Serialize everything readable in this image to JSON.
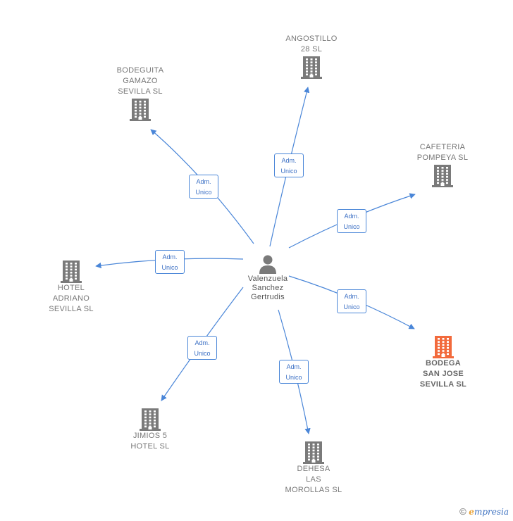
{
  "center": {
    "name": "Valenzuela\nSanchez\nGertrudis",
    "icon": "person-icon"
  },
  "relation_label": "Adm.\nUnico",
  "nodes": [
    {
      "id": "angostillo",
      "name": "ANGOSTILLO\n28  SL",
      "highlight": false,
      "icon": "building-icon"
    },
    {
      "id": "bodeguita",
      "name": "BODEGUITA\nGAMAZO\nSEVILLA  SL",
      "highlight": false,
      "icon": "building-icon"
    },
    {
      "id": "cafeteria",
      "name": "CAFETERIA\nPOMPEYA  SL",
      "highlight": false,
      "icon": "building-icon"
    },
    {
      "id": "hotel-adriano",
      "name": "HOTEL\nADRIANO\nSEVILLA  SL",
      "highlight": false,
      "icon": "building-icon"
    },
    {
      "id": "bodega",
      "name": "BODEGA\nSAN JOSE\nSEVILLA  SL",
      "highlight": true,
      "icon": "building-icon"
    },
    {
      "id": "jimios",
      "name": "JIMIOS 5\nHOTEL  SL",
      "highlight": false,
      "icon": "building-icon"
    },
    {
      "id": "dehesa",
      "name": "DEHESA\nLAS\nMOROLLAS  SL",
      "highlight": false,
      "icon": "building-icon"
    }
  ],
  "colors": {
    "edge": "#4a86d8",
    "building": "#7a7a7a",
    "highlight": "#f26a3c",
    "person": "#7a7a7a"
  },
  "footer": {
    "copyright": "©",
    "brand_first": "e",
    "brand_rest": "mpresia"
  }
}
